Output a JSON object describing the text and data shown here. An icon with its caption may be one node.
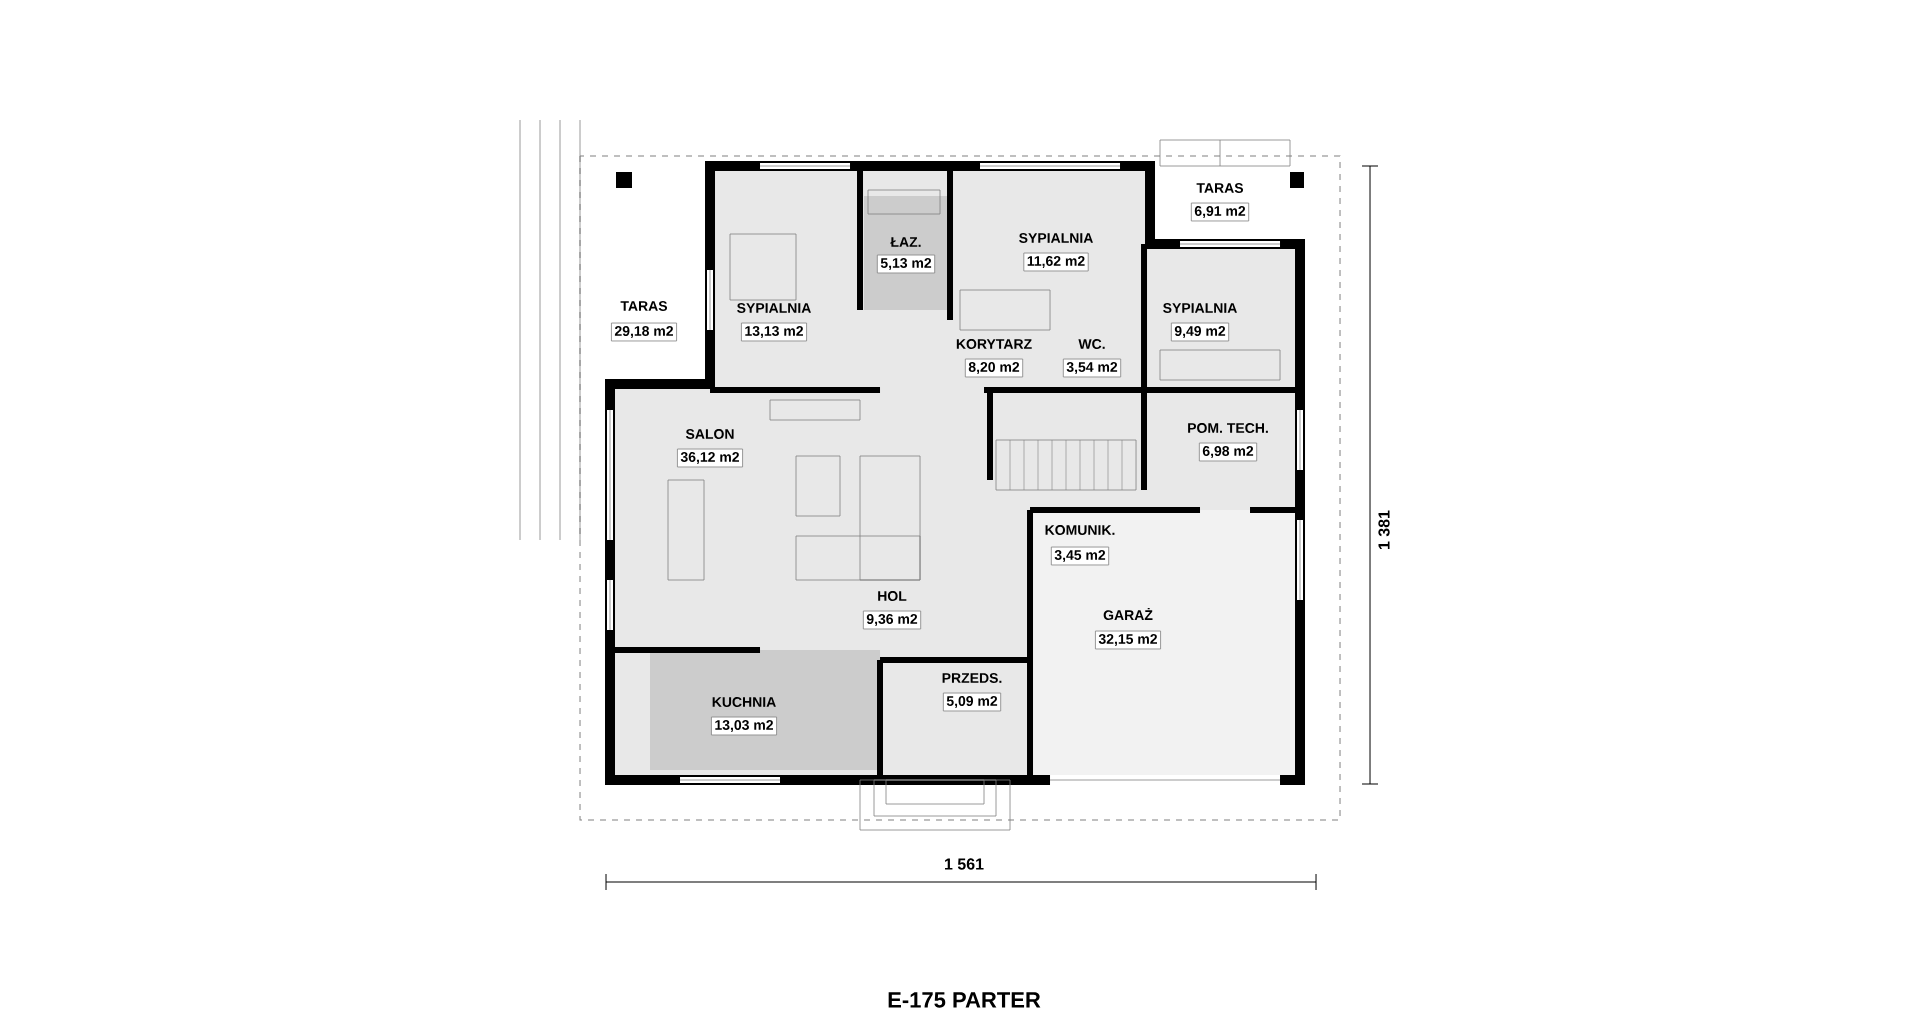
{
  "diagram": {
    "title": "E-175 PARTER",
    "labels": [
      "TARAS",
      "6,91 m2",
      "ŁAZ.",
      "5,13 m2",
      "SYPIALNIA",
      "11,62 m2",
      "TARAS",
      "29,18 m2",
      "SYPIALNIA",
      "13,13 m2",
      "SYPIALNIA",
      "9,49 m2",
      "KORYTARZ",
      "8,20 m2",
      "WC.",
      "3,54 m2",
      "SALON",
      "36,12 m2",
      "POM. TECH.",
      "6,98 m2",
      "KOMUNIK.",
      "3,45 m2",
      "HOL",
      "9,36 m2",
      "GARAŻ",
      "32,15 m2",
      "PRZEDS.",
      "5,09 m2",
      "KUCHNIA",
      "13,03 m2",
      "1 381",
      "1 561"
    ]
  }
}
